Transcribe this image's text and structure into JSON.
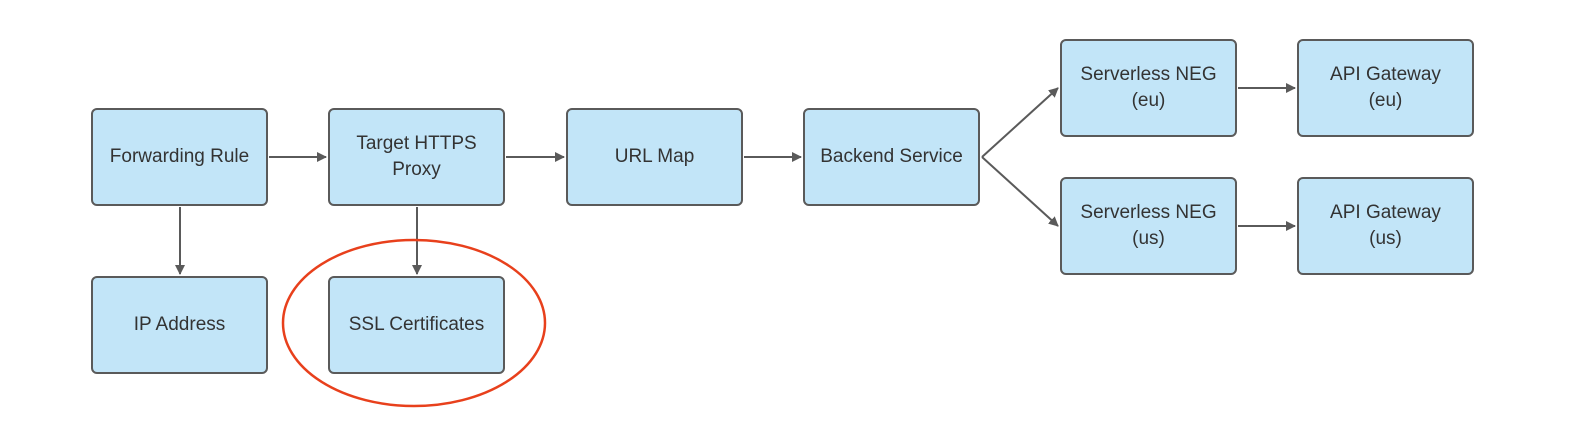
{
  "nodes": {
    "forwarding_rule": {
      "line1": "Forwarding Rule"
    },
    "target_proxy": {
      "line1": "Target HTTPS",
      "line2": "Proxy"
    },
    "url_map": {
      "line1": "URL Map"
    },
    "backend_service": {
      "line1": "Backend Service"
    },
    "neg_eu": {
      "line1": "Serverless NEG",
      "line2": "(eu)"
    },
    "api_eu": {
      "line1": "API Gateway",
      "line2": "(eu)"
    },
    "neg_us": {
      "line1": "Serverless NEG",
      "line2": "(us)"
    },
    "api_us": {
      "line1": "API Gateway",
      "line2": "(us)"
    },
    "ip_address": {
      "line1": "IP Address"
    },
    "ssl_certificates": {
      "line1": "SSL Certificates"
    }
  },
  "edges": [
    {
      "from": "forwarding_rule",
      "to": "target_proxy"
    },
    {
      "from": "target_proxy",
      "to": "url_map"
    },
    {
      "from": "url_map",
      "to": "backend_service"
    },
    {
      "from": "backend_service",
      "to": "neg_eu"
    },
    {
      "from": "backend_service",
      "to": "neg_us"
    },
    {
      "from": "neg_eu",
      "to": "api_eu"
    },
    {
      "from": "neg_us",
      "to": "api_us"
    },
    {
      "from": "forwarding_rule",
      "to": "ip_address"
    },
    {
      "from": "target_proxy",
      "to": "ssl_certificates"
    }
  ],
  "highlight": {
    "target": "ssl_certificates",
    "shape": "ellipse",
    "color": "#e8401c"
  },
  "colors": {
    "node_fill": "#c2e5f8",
    "node_border": "#5a5a5a",
    "edge": "#5a5a5a"
  }
}
